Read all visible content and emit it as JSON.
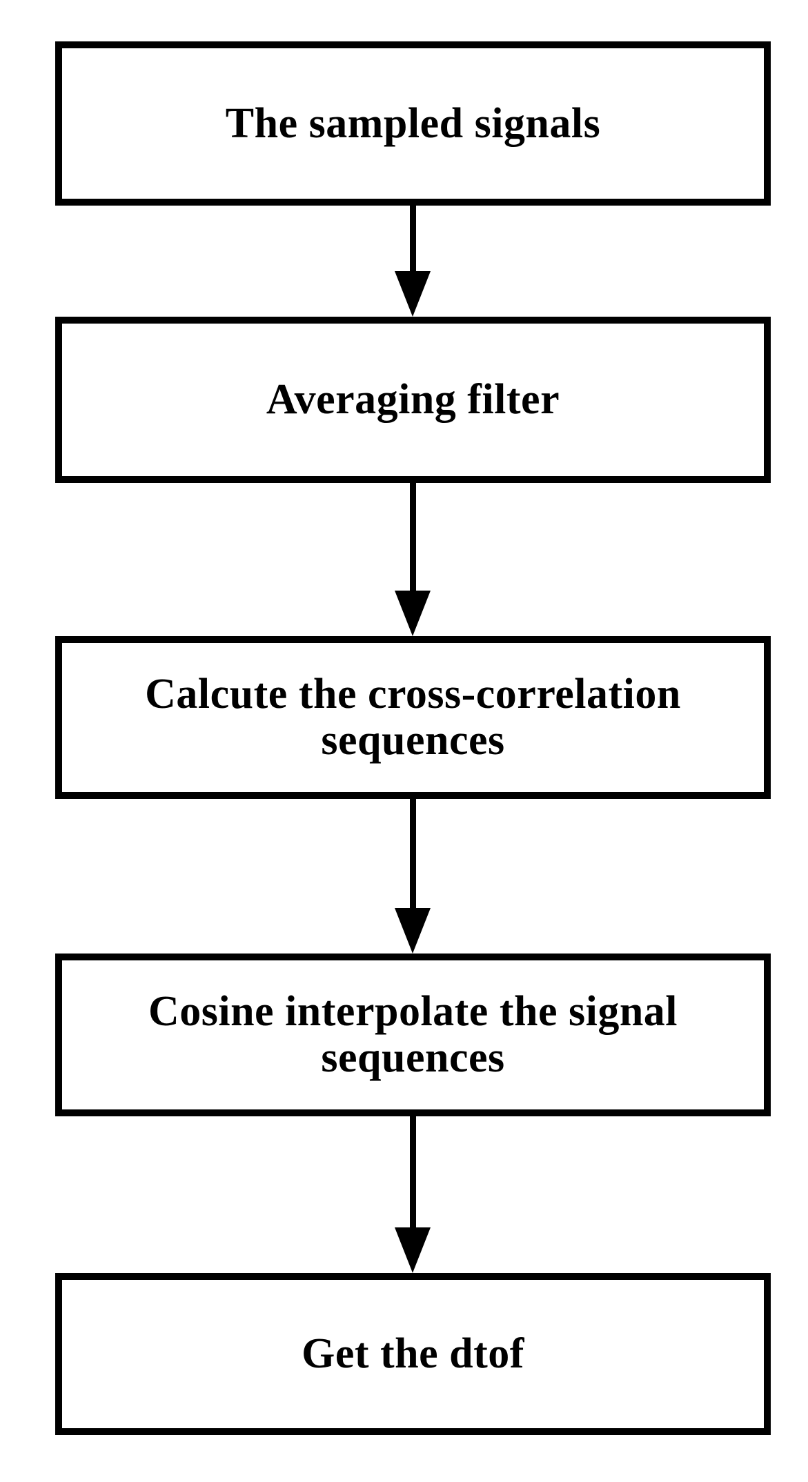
{
  "diagram": {
    "type": "flowchart",
    "orientation": "vertical",
    "background_color": "#ffffff",
    "stroke_color": "#000000",
    "nodes": [
      {
        "id": "node-1",
        "label": "The sampled signals",
        "shape": "rectangle"
      },
      {
        "id": "node-2",
        "label": "Averaging filter",
        "shape": "rectangle"
      },
      {
        "id": "node-3",
        "label": "Calcute the cross-correlation\nsequences",
        "shape": "rectangle"
      },
      {
        "id": "node-4",
        "label": "Cosine interpolate the signal\nsequences",
        "shape": "rectangle"
      },
      {
        "id": "node-5",
        "label": "Get the dtof",
        "shape": "rectangle"
      }
    ],
    "edges": [
      {
        "id": "edge-1",
        "from": "node-1",
        "to": "node-2",
        "arrow": "down-arrow"
      },
      {
        "id": "edge-2",
        "from": "node-2",
        "to": "node-3",
        "arrow": "down-arrow"
      },
      {
        "id": "edge-3",
        "from": "node-3",
        "to": "node-4",
        "arrow": "down-arrow"
      },
      {
        "id": "edge-4",
        "from": "node-4",
        "to": "node-5",
        "arrow": "down-arrow"
      }
    ]
  }
}
